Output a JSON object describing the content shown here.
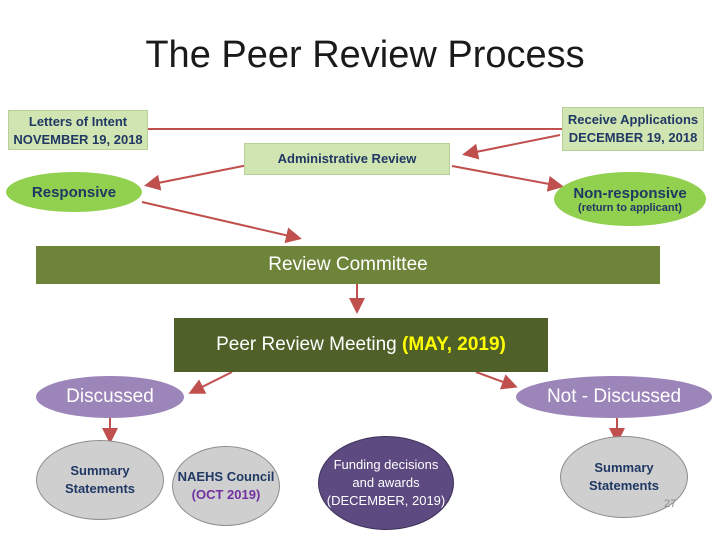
{
  "title": "The Peer Review Process",
  "letters_of_intent": {
    "label": "Letters of Intent",
    "date": "NOVEMBER 19, 2018"
  },
  "receive_applications": {
    "label": "Receive Applications",
    "date": "DECEMBER 19, 2018"
  },
  "administrative_review": "Administrative Review",
  "responsive": "Responsive",
  "non_responsive": {
    "label": "Non-responsive",
    "note": "(return to applicant)"
  },
  "review_committee": "Review Committee",
  "peer_review_meeting": {
    "label": "Peer Review Meeting ",
    "date": "(MAY, 2019)"
  },
  "discussed": "Discussed",
  "not_discussed": "Not - Discussed",
  "summary_statements_left": {
    "line1": "Summary",
    "line2": "Statements"
  },
  "naehs_council": {
    "line1": "NAEHS Council",
    "line2": "(OCT 2019)"
  },
  "funding": {
    "line1": "Funding decisions",
    "line2": "and awards",
    "line3": "(DECEMBER, 2019)"
  },
  "summary_statements_right": {
    "line1": "Summary",
    "line2": "Statements"
  },
  "page_number": "27",
  "colors": {
    "arrow": "#c0504d",
    "review_committee_bar": "#6f843b",
    "peer_review_bar": "#4f6128",
    "highlight": "#ffff00",
    "purple_ellipse": "#9b85b9",
    "funding_ellipse": "#5c4a80",
    "council_date": "#7030a0"
  }
}
